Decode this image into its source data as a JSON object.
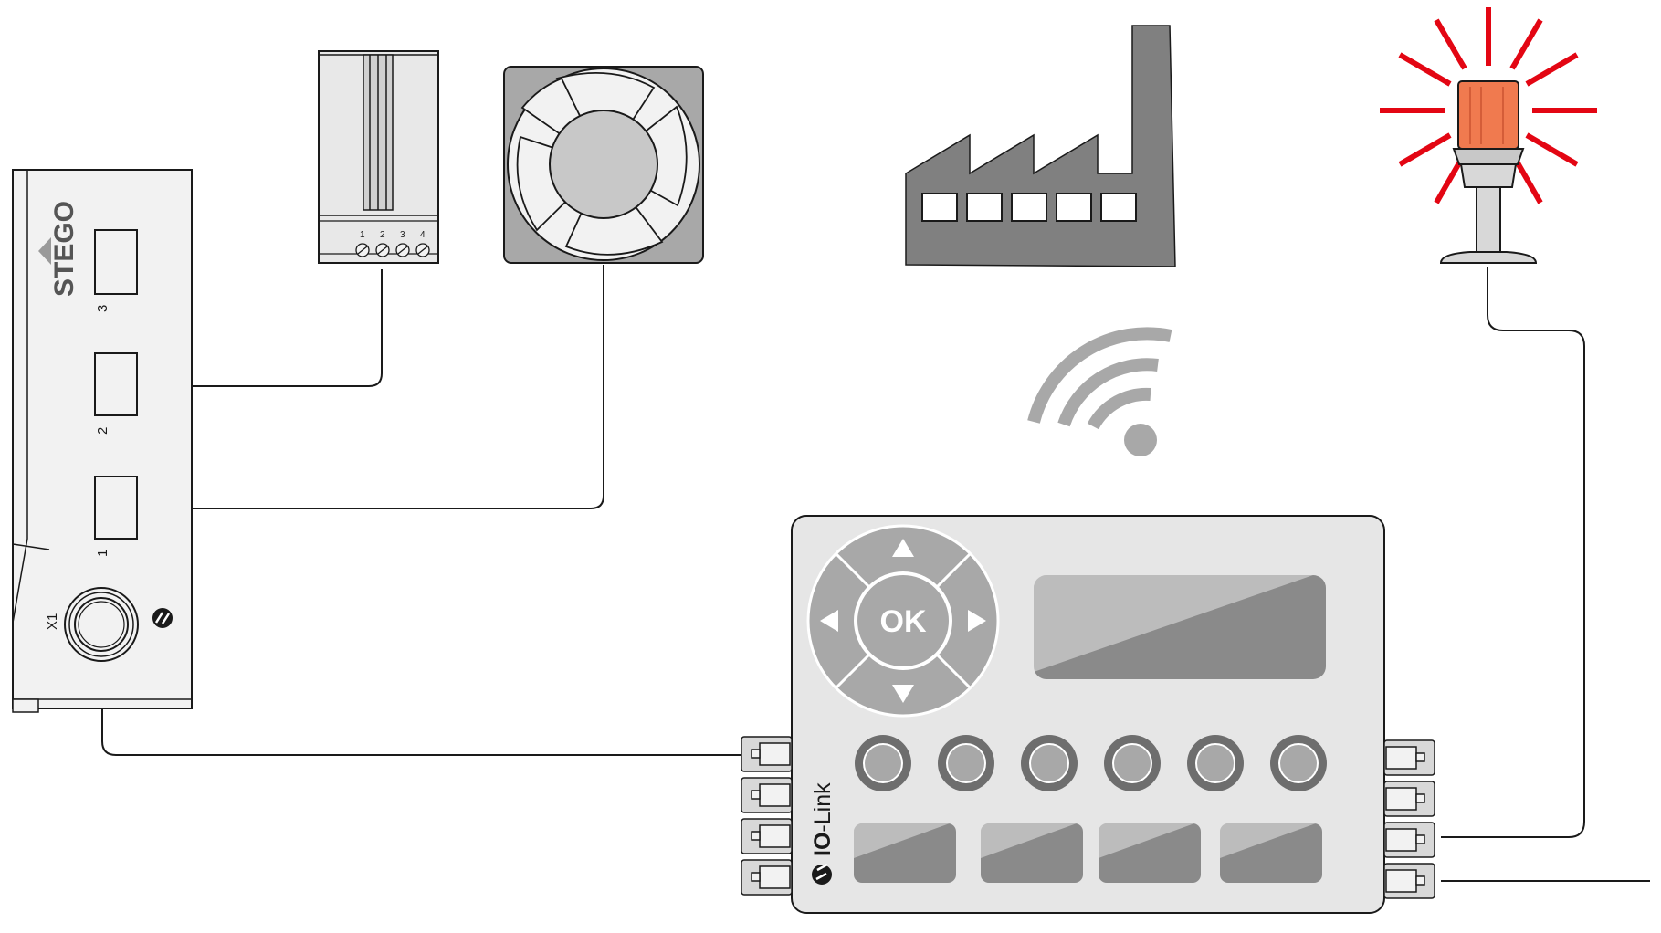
{
  "controller": {
    "brand": "STEGO",
    "ports": [
      "3",
      "2",
      "1"
    ],
    "connector_label": "X1"
  },
  "heater": {
    "terminals": [
      "1",
      "2",
      "3",
      "4"
    ]
  },
  "hmi": {
    "ok_label": "OK",
    "io_link_bold": "IO",
    "io_link_rest": "-Link"
  },
  "colors": {
    "stroke": "#1a1a1a",
    "device_fill": "#f2f2f2",
    "gray_dark": "#8a8a8a",
    "gray_mid": "#a8a8a8",
    "gray_light": "#e6e6e6",
    "beacon_red": "#e30613",
    "beacon_orange": "#f07a4f"
  },
  "icons": [
    "cabinet-controller",
    "heater",
    "fan",
    "factory",
    "wireless-signal",
    "warning-beacon",
    "io-link-hub",
    "io-link-logo"
  ]
}
